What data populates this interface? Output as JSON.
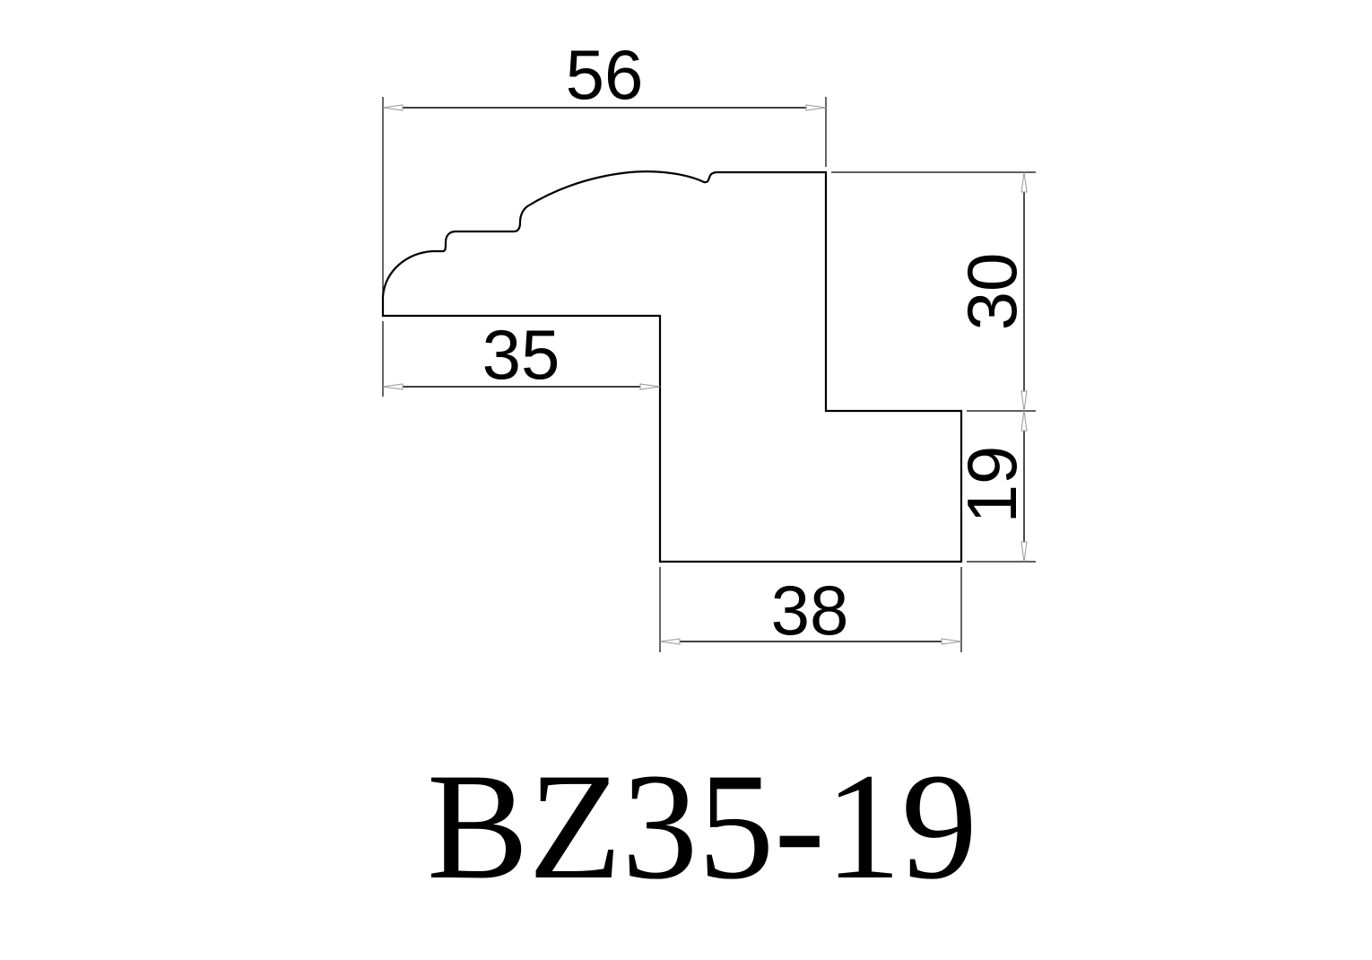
{
  "drawing": {
    "title": "BZ35-19",
    "dimensions": {
      "overall_width": "56",
      "inner_width": "35",
      "bottom_width": "38",
      "top_height": "30",
      "lip_height": "19"
    },
    "colors": {
      "line": "#000000",
      "background": "#ffffff",
      "arrowhead": "#999999"
    }
  }
}
